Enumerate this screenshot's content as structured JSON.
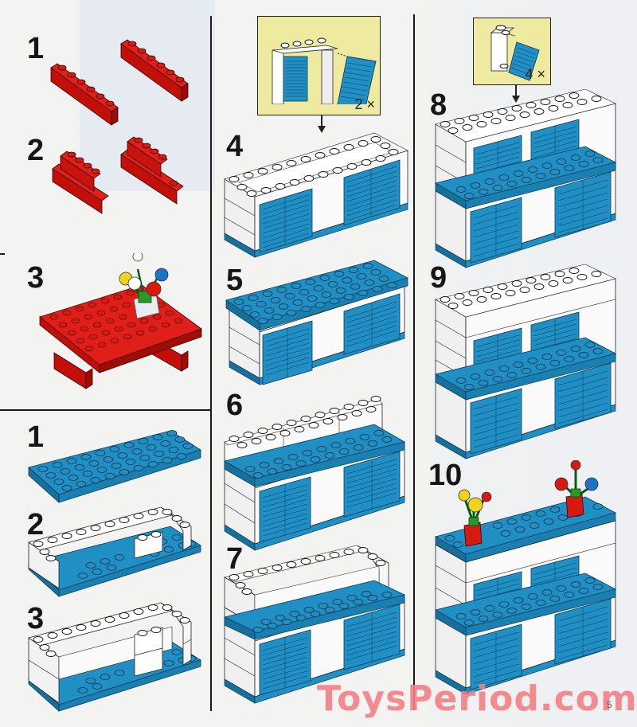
{
  "page": {
    "page_number": "5",
    "watermark": "ToysPeriod.com",
    "colors": {
      "red_brick": "#d61a12",
      "blue_brick": "#1f8fc4",
      "white_brick": "#ffffff",
      "callout_bg": "#eeeaa0",
      "watermark": "#f47f86",
      "outline": "#1a1a1a"
    }
  },
  "left_column": {
    "table_section": {
      "steps": [
        {
          "number": "1",
          "description": "two red 1x6 bricks"
        },
        {
          "number": "2",
          "description": "red 1x4 bricks stacked on 1x2 bases (table legs)"
        },
        {
          "number": "3",
          "description": "red 6x8 plate table with flower vase"
        }
      ]
    },
    "base_section": {
      "steps": [
        {
          "number": "1",
          "description": "blue 4x10 plate"
        },
        {
          "number": "2",
          "description": "white bricks placed on plate edges"
        },
        {
          "number": "3",
          "description": "second layer of white bricks"
        }
      ]
    }
  },
  "middle_column": {
    "callout": {
      "quantity": "2 ×",
      "description": "window frame with blue shutter"
    },
    "steps": [
      {
        "number": "4",
        "description": "add windows with shutters"
      },
      {
        "number": "5",
        "description": "blue plate roof"
      },
      {
        "number": "6",
        "description": "white bricks on top"
      },
      {
        "number": "7",
        "description": "second white layer"
      }
    ]
  },
  "right_column": {
    "callout": {
      "quantity": "4 ×",
      "description": "white brick with blue shutter"
    },
    "steps": [
      {
        "number": "8",
        "description": "upper floor windows"
      },
      {
        "number": "9",
        "description": "white wall layer"
      },
      {
        "number": "10",
        "description": "blue plate top with flower pots"
      }
    ]
  }
}
